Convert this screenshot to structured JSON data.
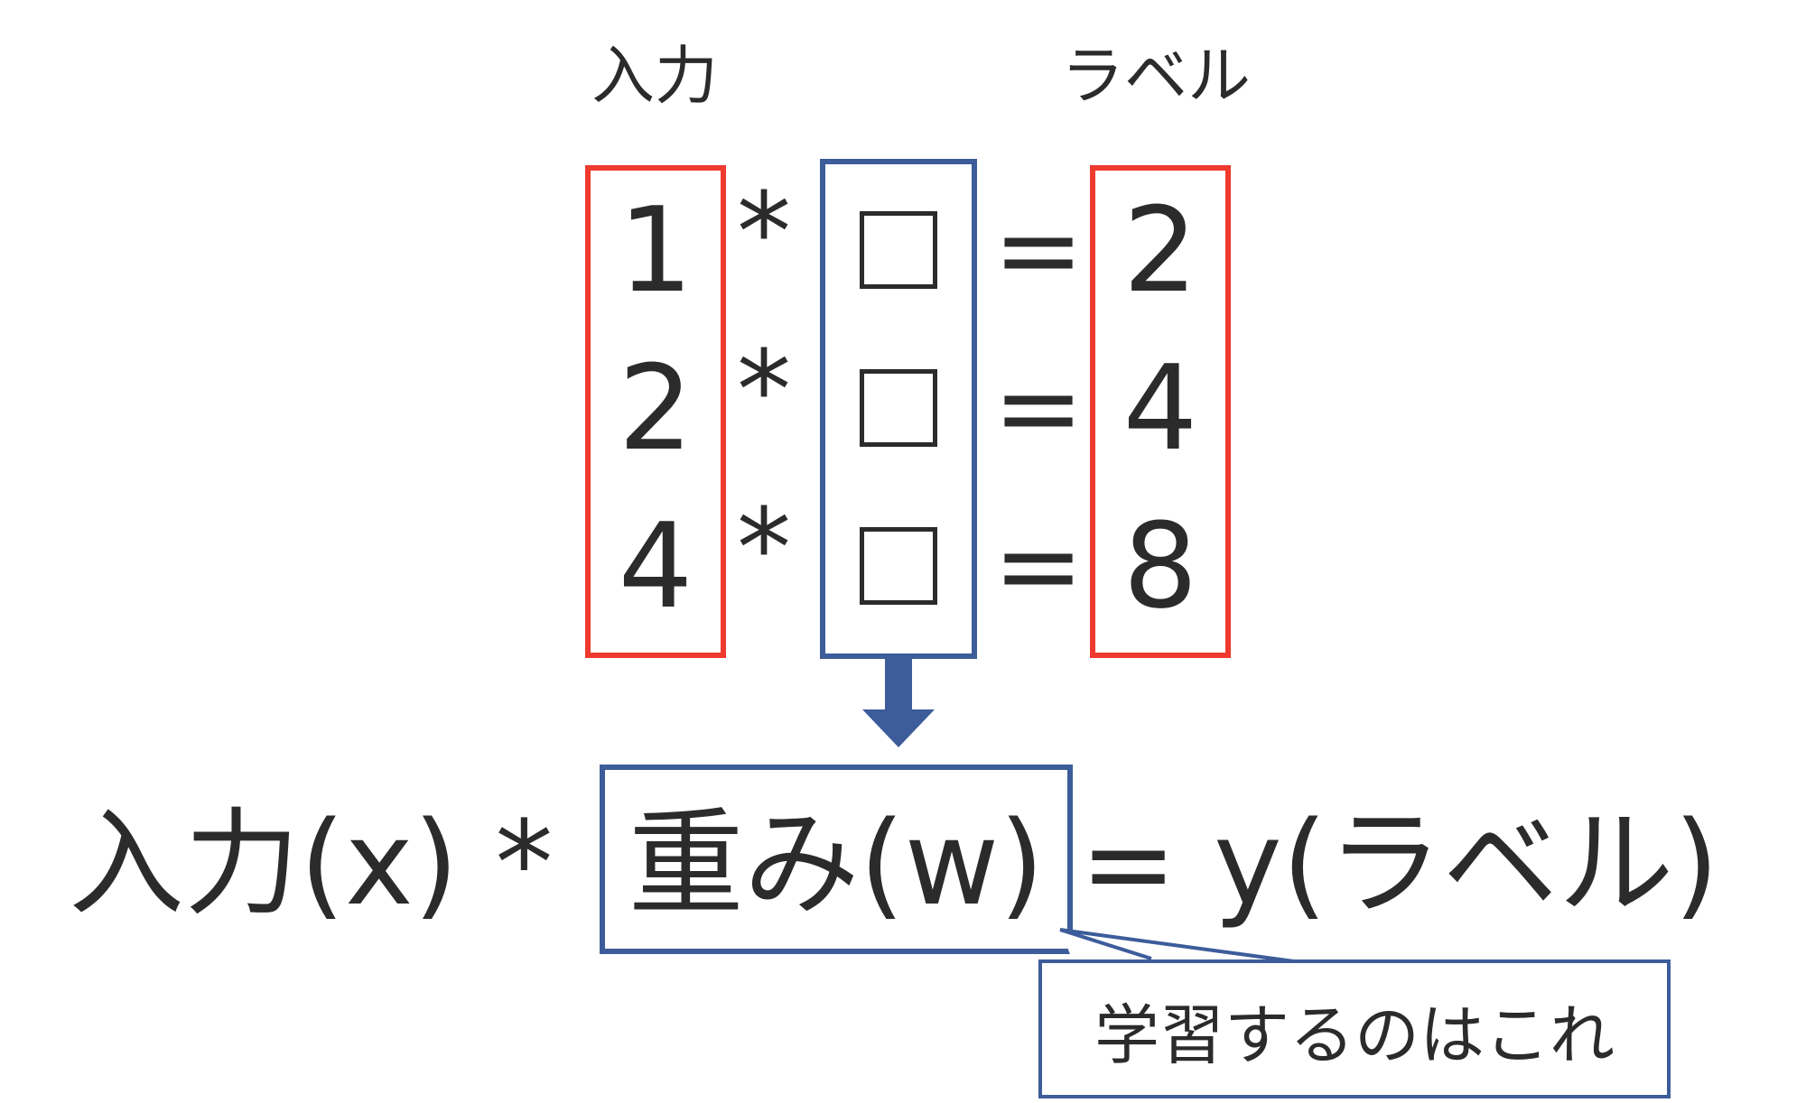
{
  "headers": {
    "input": "入力",
    "label": "ラベル"
  },
  "rows": [
    {
      "input": "1",
      "operator": "*",
      "equals": "=",
      "label": "2"
    },
    {
      "input": "2",
      "operator": "*",
      "equals": "=",
      "label": "4"
    },
    {
      "input": "4",
      "operator": "*",
      "equals": "=",
      "label": "8"
    }
  ],
  "formula": {
    "left": "入力(x) *",
    "weight": "重み(w)",
    "right": "= y(ラベル)"
  },
  "callout": {
    "text": "学習するのはこれ"
  },
  "colors": {
    "red_box": "#ef3a2f",
    "blue_box": "#3d5c9a",
    "text": "#2b2b2b"
  }
}
